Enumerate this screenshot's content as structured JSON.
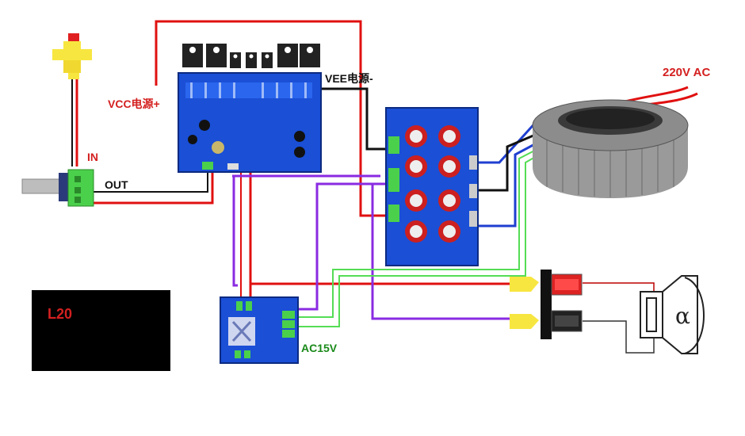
{
  "labels": {
    "in": "IN",
    "out": "OUT",
    "vcc": "VCC电源+",
    "vee": "VEE电源-",
    "mains": "220V AC",
    "ac15": "AC15V",
    "board": "L20"
  },
  "colors": {
    "red_wire": "#e01010",
    "black_wire": "#111111",
    "purple_wire": "#8a2be2",
    "blue_wire": "#1f3fd0",
    "green_wire": "#55dd55",
    "board_blue": "#1a4fd6",
    "label_red": "#d42020",
    "label_green": "#1a8a1a"
  }
}
